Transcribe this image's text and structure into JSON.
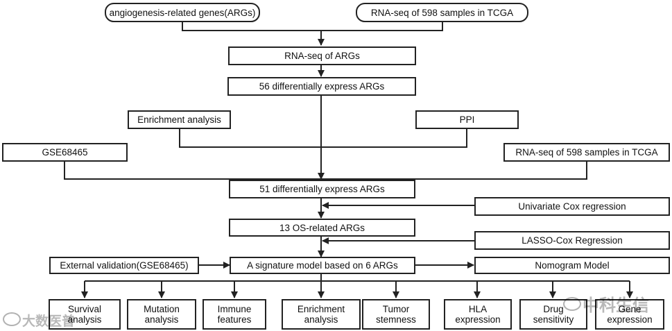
{
  "nodes": {
    "args": "angiogenesis-related genes(ARGs)",
    "rnaseq_top": "RNA-seq of 598 samples in TCGA",
    "rnaseq_args": "RNA-seq of ARGs",
    "deg56": "56 differentially express ARGs",
    "enrichment": "Enrichment analysis",
    "ppi": "PPI",
    "gse": "GSE68465",
    "rnaseq_right": "RNA-seq of 598 samples in TCGA",
    "deg51": "51 differentially express ARGs",
    "univariate": "Univariate Cox regression",
    "os13": "13 OS-related ARGs",
    "lasso": "LASSO-Cox Regression",
    "external": "External validation(GSE68465)",
    "signature": "A signature model based on 6 ARGs",
    "nomogram": "Nomogram Model"
  },
  "outputs": [
    "Survival\nanalysis",
    "Mutation\nanalysis",
    "Immune\nfeatures",
    "Enrichment\nanalysis",
    "Tumor\nstemness",
    "HLA\nexpression",
    "Drug\nsensitivity",
    "Gene\nexpression"
  ],
  "watermarks": {
    "left": "大数医普",
    "right": "中科生信"
  }
}
